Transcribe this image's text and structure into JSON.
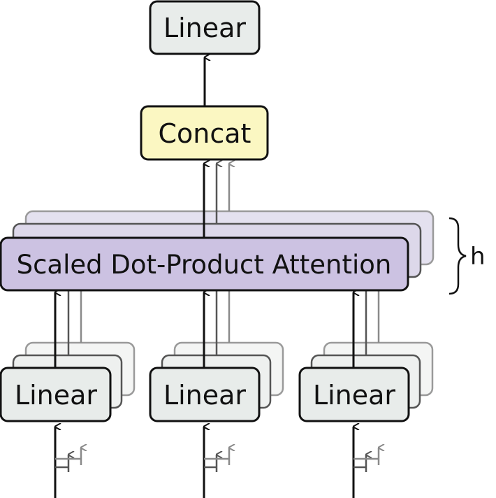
{
  "output_linear": {
    "label": "Linear"
  },
  "concat": {
    "label": "Concat"
  },
  "attention": {
    "label": "Scaled Dot-Product Attention"
  },
  "heads": {
    "label": "h"
  },
  "input_linears": [
    {
      "label": "Linear"
    },
    {
      "label": "Linear"
    },
    {
      "label": "Linear"
    }
  ],
  "colors": {
    "linear_fill": "#e8ecea",
    "concat_fill": "#fbf7c2",
    "attention_fill": "#ccc2e2",
    "attention_back_fill": "#ddd8ea",
    "stroke": "#111111",
    "stroke_mid": "#555555",
    "stroke_light": "#8a8a8a"
  }
}
